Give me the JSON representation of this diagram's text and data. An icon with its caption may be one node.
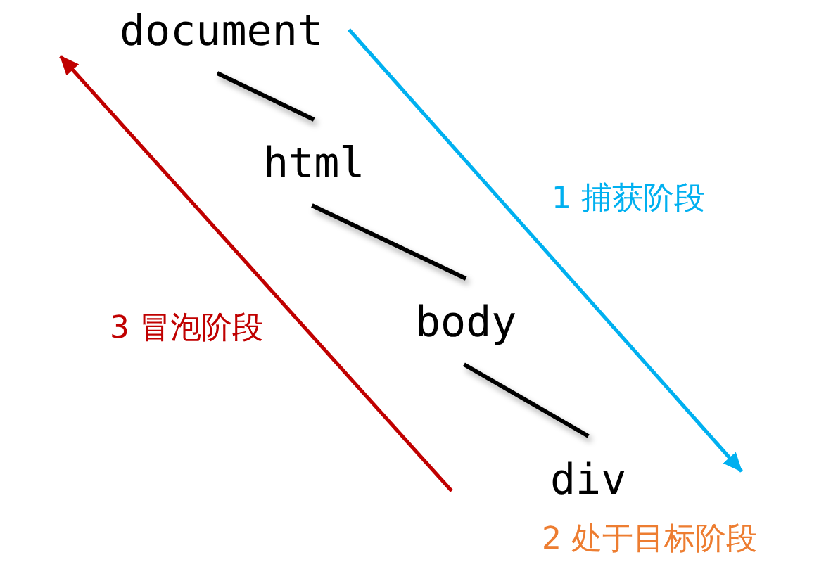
{
  "diagram": {
    "nodes": [
      {
        "text": [
          "document"
        ]
      },
      {
        "text": [
          "html"
        ]
      },
      {
        "text": [
          "body"
        ]
      },
      {
        "text": [
          "div"
        ]
      }
    ],
    "edges": [
      {
        "from": 0,
        "to": 1,
        "arrow": "none"
      },
      {
        "from": 1,
        "to": 2,
        "arrow": "none"
      },
      {
        "from": 2,
        "to": 3,
        "arrow": "none"
      }
    ],
    "labels": [
      "1 捕获阶段",
      "3 冒泡阶段",
      "2 处于目标阶段"
    ]
  }
}
